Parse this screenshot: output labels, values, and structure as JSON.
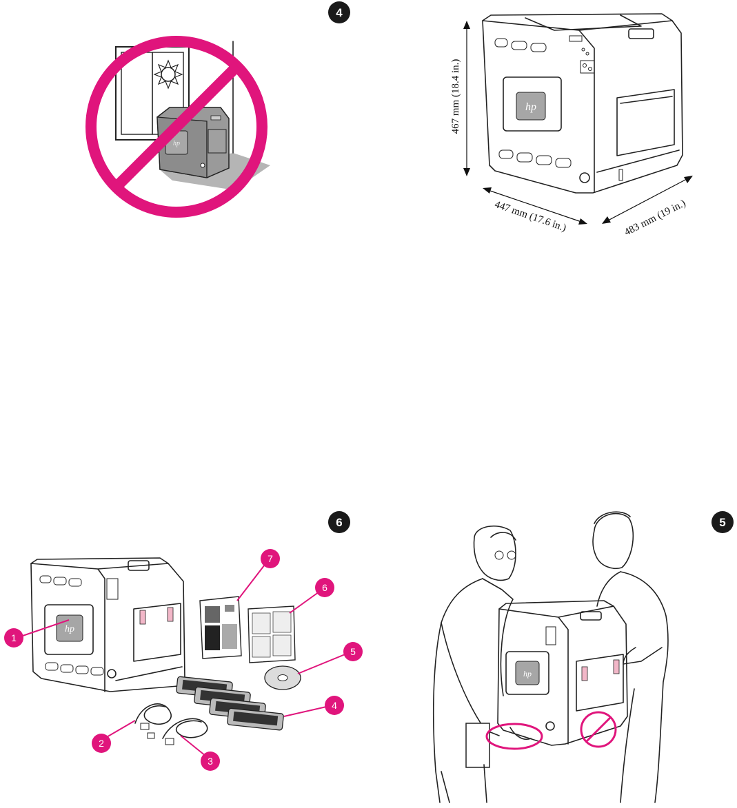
{
  "steps": [
    {
      "number": "4"
    },
    {
      "number": "6"
    },
    {
      "number": "5"
    }
  ],
  "dimensions": {
    "height": "467 mm (18.4 in.)",
    "width": "447 mm (17.6 in.)",
    "depth": "483 mm (19 in.)"
  },
  "callouts": [
    "1",
    "2",
    "3",
    "4",
    "5",
    "6",
    "7"
  ],
  "logo_text": "hp",
  "colors": {
    "magenta": "#e0157c",
    "badge": "#1a1a1a",
    "printer_gray": "#8a8a8a",
    "pink_tape": "#f2b7c8"
  }
}
